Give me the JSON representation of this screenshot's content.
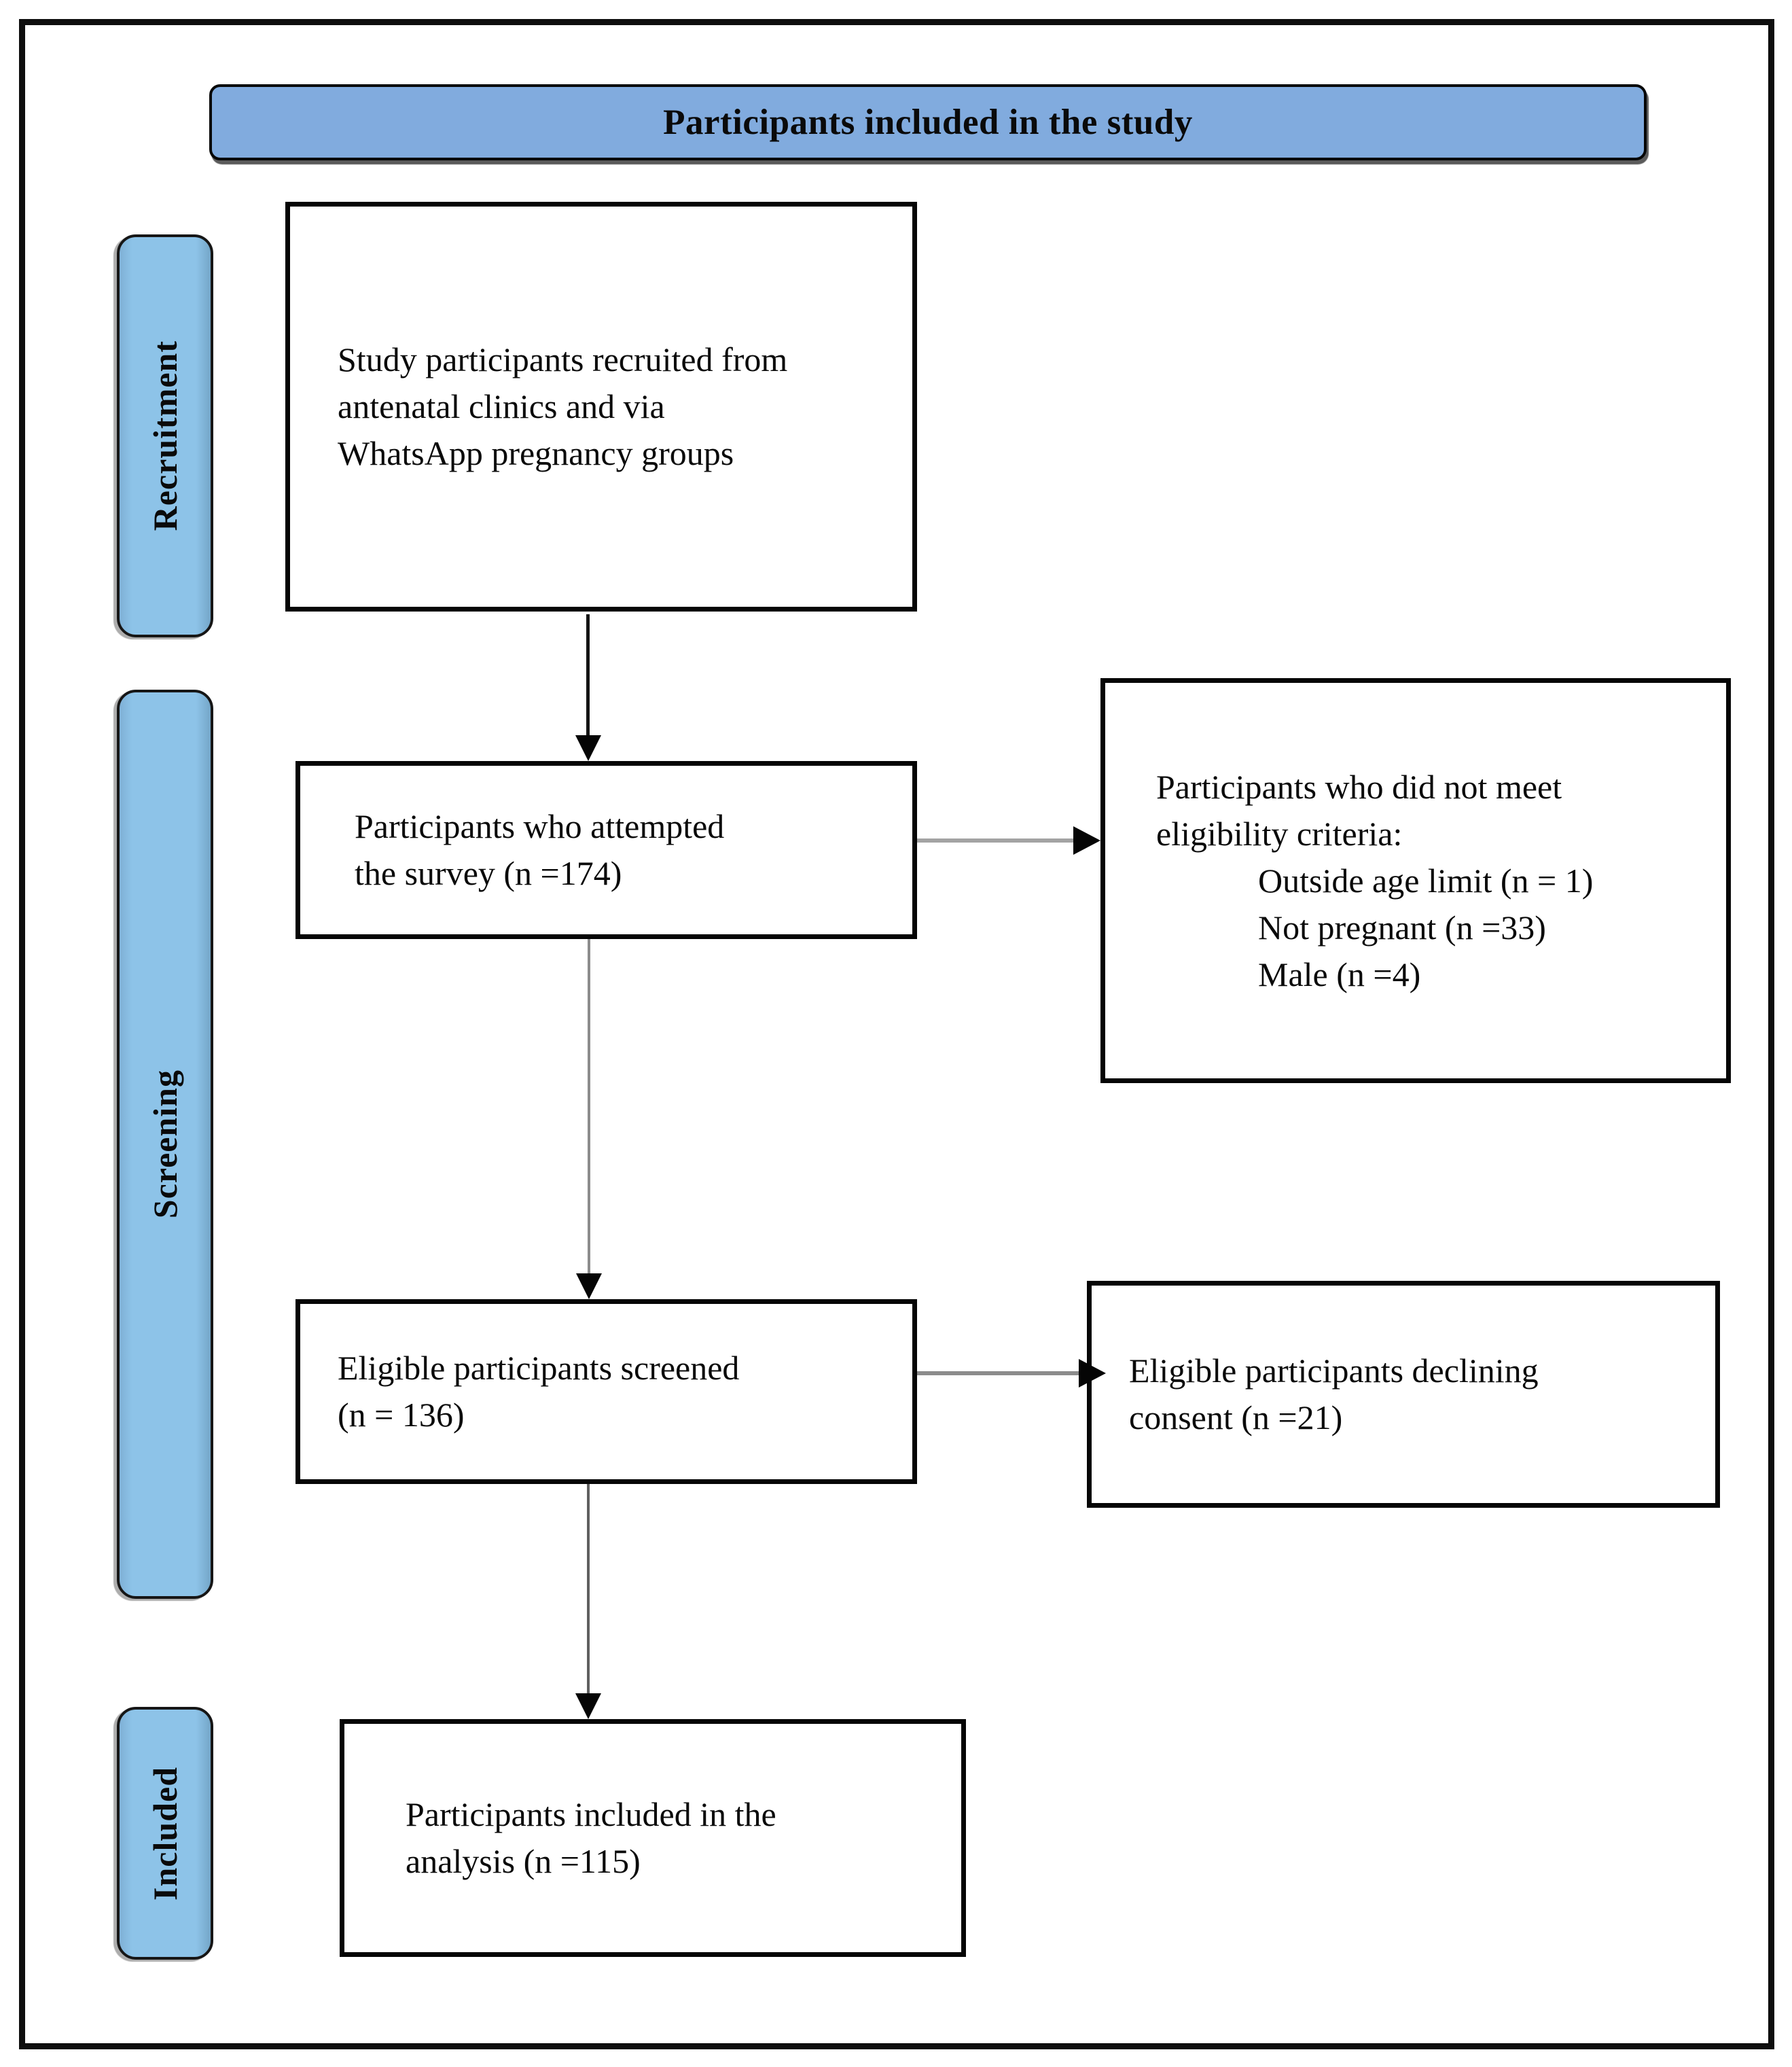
{
  "diagram": {
    "title": "Participants included in the study",
    "stages": {
      "recruitment": "Recruitment",
      "screening": "Screening",
      "included": "Included"
    },
    "boxes": {
      "recruited": {
        "text": "Study participants recruited from\nantenatal clinics and via\nWhatsApp pregnancy groups"
      },
      "attempted": {
        "text": "Participants who attempted\nthe survey (n =174)"
      },
      "not_eligible": {
        "heading": "Participants who did not meet\neligibility criteria:",
        "items": [
          "Outside age limit (n = 1)",
          "Not pregnant (n =33)",
          "Male (n =4)"
        ]
      },
      "screened": {
        "text": "Eligible participants screened\n(n = 136)"
      },
      "declined": {
        "text": "Eligible participants declining\nconsent (n =21)"
      },
      "analyzed": {
        "text": "Participants included in the\nanalysis (n =115)"
      }
    },
    "counts": {
      "attempted_survey": 174,
      "outside_age_limit": 1,
      "not_pregnant": 33,
      "male": 4,
      "eligible_screened": 136,
      "declined_consent": 21,
      "included_analysis": 115
    },
    "colors": {
      "title_bar_fill": "#81abde",
      "stage_label_fill": "#8dc3e8",
      "box_border": "#050505",
      "connector_gray": "#8c8c8c",
      "connector_black": "#141414"
    }
  }
}
